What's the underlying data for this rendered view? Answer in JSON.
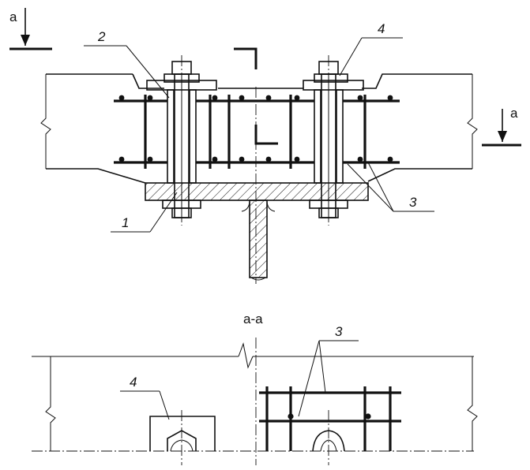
{
  "section_mark": {
    "top_left": "a",
    "right": "a"
  },
  "callouts": {
    "one": "1",
    "two": "2",
    "three_top": "3",
    "four_top": "4"
  },
  "section_view": {
    "title": "a-a",
    "three": "3",
    "four": "4"
  },
  "colors": {
    "ink": "#111111",
    "background": "#ffffff"
  }
}
